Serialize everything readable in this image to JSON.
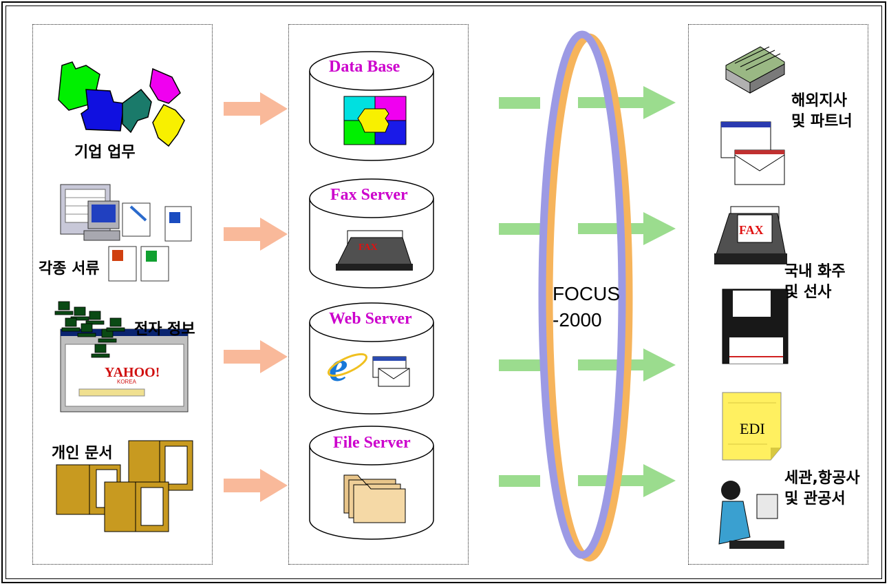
{
  "sources": {
    "corporate": "기업 업무",
    "documents": "각종 서류",
    "electronic": "전자 정보",
    "personal": "개인 문서"
  },
  "servers": {
    "database": "Data Base",
    "fax": "Fax Server",
    "web": "Web Server",
    "file": "File Server"
  },
  "hub": {
    "line1": "FOCUS",
    "line2": "-2000"
  },
  "destinations": {
    "overseas_line1": "해외지사",
    "overseas_line2": "및 파트너",
    "domestic_line1": "국내 화주",
    "domestic_line2": "및 선사",
    "customs_line1": "세관,항공사",
    "customs_line2": "및 관공서"
  },
  "icon_text": {
    "fax": "FAX",
    "edi": "EDI",
    "yahoo": "YAHOO!",
    "yahoo_sub": "KOREA"
  },
  "colors": {
    "server_label": "#cc00cc",
    "input_arrow": "#f9b99a",
    "output_arrow": "#9bdc8e",
    "ellipse_outer": "#9c9ae4",
    "ellipse_inner": "#f6b45c"
  }
}
